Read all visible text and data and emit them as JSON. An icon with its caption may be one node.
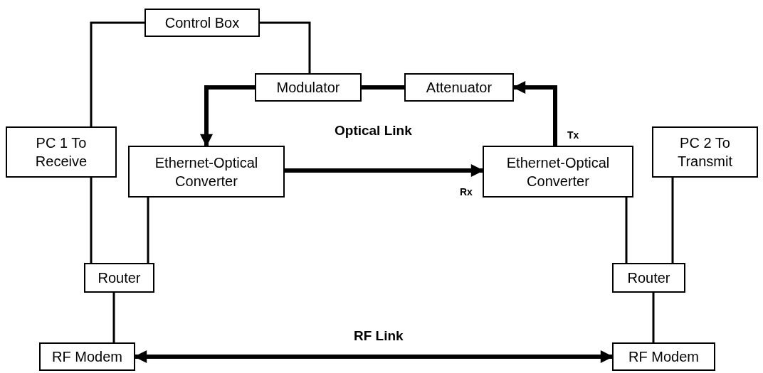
{
  "diagram": {
    "nodes": [
      {
        "text": [
          "Control Box"
        ]
      },
      {
        "text": [
          "Modulator"
        ]
      },
      {
        "text": [
          "Attenuator"
        ]
      },
      {
        "text": [
          "PC 1 To Receive"
        ]
      },
      {
        "text": [
          "Ethernet-Optical Converter"
        ]
      },
      {
        "text": [
          "Ethernet-Optical Converter"
        ]
      },
      {
        "text": [
          "PC 2 To Transmit"
        ]
      },
      {
        "text": [
          "Router"
        ]
      },
      {
        "text": [
          "Router"
        ]
      },
      {
        "text": [
          "RF Modem"
        ]
      },
      {
        "text": [
          "RF Modem"
        ]
      }
    ],
    "edges": [
      {
        "from": 0,
        "to": 3,
        "arrow": "none"
      },
      {
        "from": 0,
        "to": 1,
        "arrow": "none"
      },
      {
        "from": 1,
        "to": 4,
        "arrow": "to",
        "style": "thick"
      },
      {
        "from": 1,
        "to": 2,
        "arrow": "none",
        "style": "thick"
      },
      {
        "from": 5,
        "to": 2,
        "arrow": "to",
        "style": "thick"
      },
      {
        "from": 4,
        "to": 5,
        "arrow": "to",
        "style": "thick"
      },
      {
        "from": 4,
        "to": 7,
        "arrow": "none"
      },
      {
        "from": 3,
        "to": 7,
        "arrow": "none"
      },
      {
        "from": 7,
        "to": 9,
        "arrow": "none"
      },
      {
        "from": 9,
        "to": 10,
        "arrow": "both",
        "style": "thick"
      },
      {
        "from": 5,
        "to": 8,
        "arrow": "none"
      },
      {
        "from": 6,
        "to": 8,
        "arrow": "none"
      },
      {
        "from": 8,
        "to": 10,
        "arrow": "none"
      }
    ],
    "labels": [
      "Optical Link",
      "Tx",
      "Rx",
      "RF Link"
    ]
  }
}
